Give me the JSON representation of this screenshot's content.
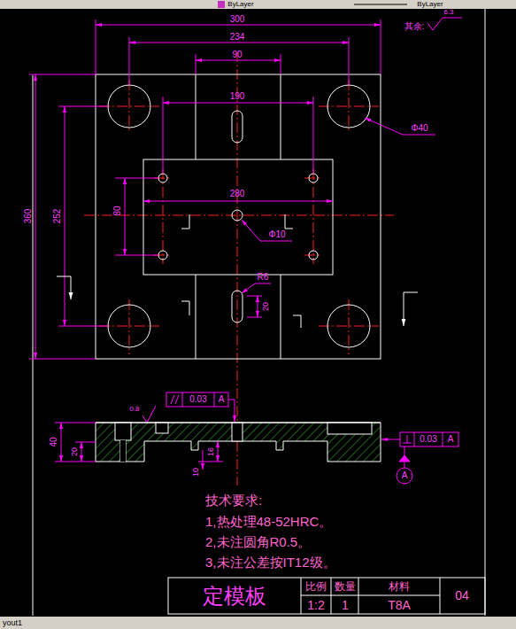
{
  "diagram": {
    "labels": [
      "ByLayer",
      "ByLayer",
      "300",
      "234",
      "90",
      "其余:",
      "6.3",
      "190",
      "Φ40",
      "280",
      "80",
      "Φ10",
      "360",
      "252",
      "R6",
      "20",
      "0.8",
      "0.03",
      "A",
      "0.03",
      "A",
      "40",
      "20",
      "16",
      "10",
      "A",
      "技术要求:",
      "1,热处理48-52HRC。",
      "2,未注圆角R0.5。",
      "3,未注公差按IT12级。",
      "定模板",
      "比例",
      "数量",
      "材料",
      "1:2",
      "1",
      "T8A",
      "04",
      "yout1"
    ]
  }
}
